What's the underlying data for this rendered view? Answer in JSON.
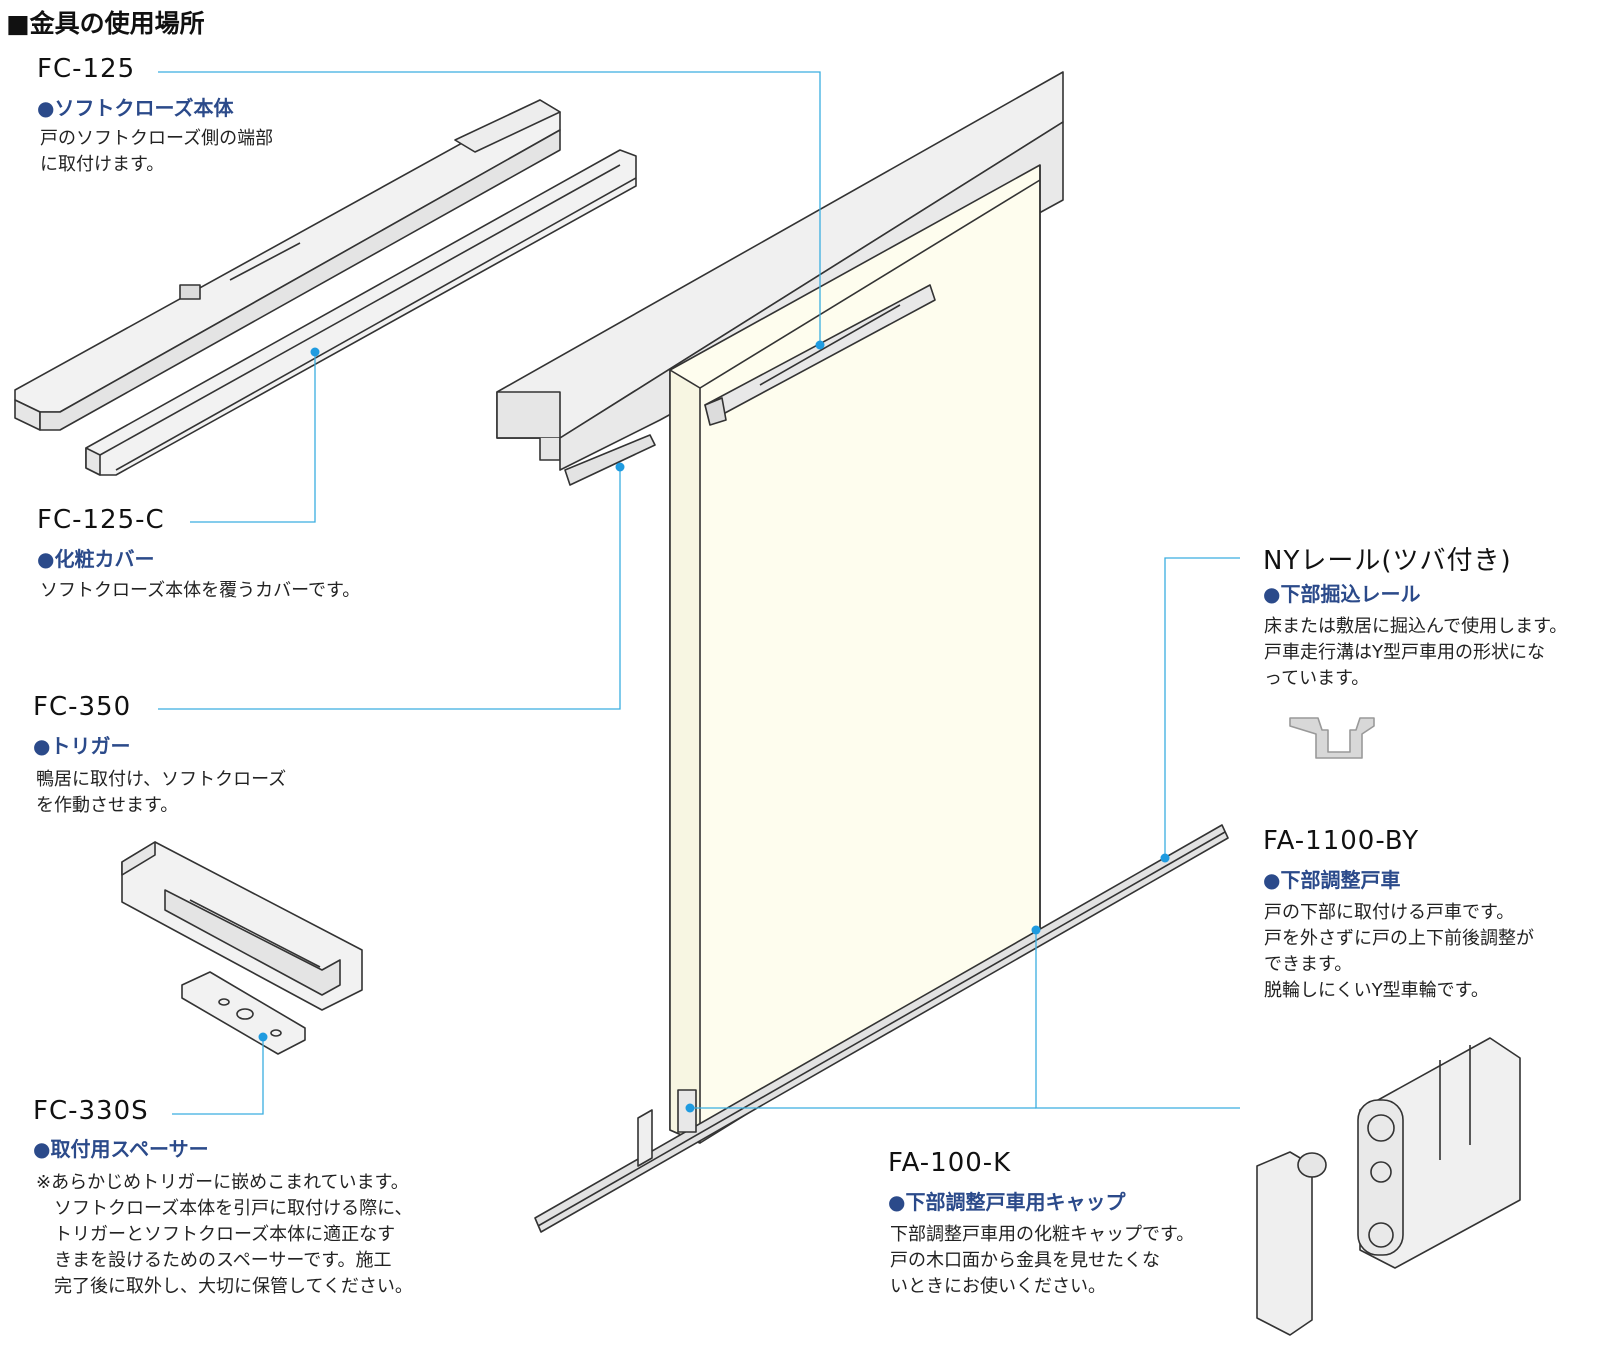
{
  "page_title": "■金具の使用場所",
  "parts": {
    "fc125": {
      "code": "FC-125",
      "name": "●ソフトクローズ本体",
      "desc": [
        "戸のソフトクローズ側の端部",
        "に取付けます。"
      ]
    },
    "fc125c": {
      "code": "FC-125-C",
      "name": "●化粧カバー",
      "desc": [
        "ソフトクローズ本体を覆うカバーです。"
      ]
    },
    "fc350": {
      "code": "FC-350",
      "name": "●トリガー",
      "desc": [
        "鴨居に取付け、ソフトクローズ",
        "を作動させます。"
      ]
    },
    "fc330s": {
      "code": "FC-330S",
      "name": "●取付用スペーサー",
      "desc": [
        "※あらかじめトリガーに嵌めこまれています。",
        "　ソフトクローズ本体を引戸に取付ける際に、",
        "　トリガーとソフトクローズ本体に適正なす",
        "　きまを設けるためのスペーサーです。施工",
        "　完了後に取外し、大切に保管してください。"
      ]
    },
    "nyrail": {
      "code": "NYレール(ツバ付き)",
      "name": "●下部掘込レール",
      "desc": [
        "床または敷居に掘込んで使用します。",
        "戸車走行溝はY型戸車用の形状にな",
        "っています。"
      ]
    },
    "fa1100by": {
      "code": "FA-1100-BY",
      "name": "●下部調整戸車",
      "desc": [
        "戸の下部に取付ける戸車です。",
        "戸を外さずに戸の上下前後調整が",
        "できます。",
        "脱輪しにくいY型車輪です。"
      ]
    },
    "fa100k": {
      "code": "FA-100-K",
      "name": "●下部調整戸車用キャップ",
      "desc": [
        "下部調整戸車用の化粧キャップです。",
        "戸の木口面から金具を見せたくな",
        "いときにお使いください。"
      ]
    }
  },
  "colors": {
    "leader": "#3aaee0",
    "door_fill": "#fefdee",
    "metal_fill": "#f2f2f2",
    "outline": "#333333",
    "accent_text": "#2b4a8a"
  }
}
